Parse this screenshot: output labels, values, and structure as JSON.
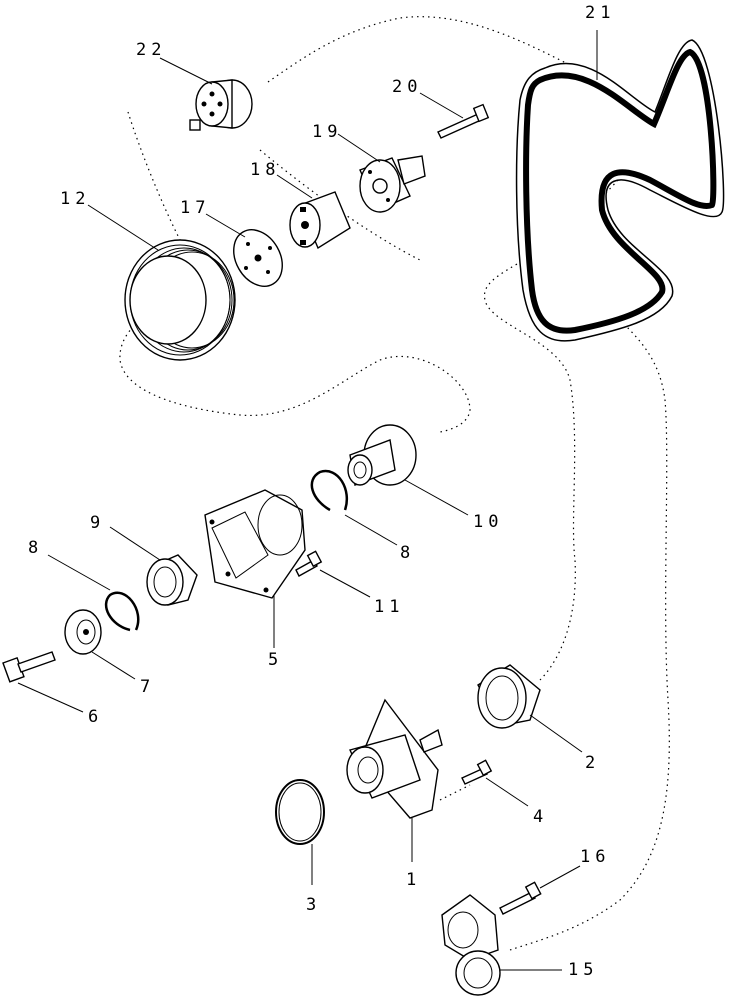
{
  "callouts": {
    "p1": "1",
    "p2": "2",
    "p3": "3",
    "p4": "4",
    "p5": "5",
    "p6": "6",
    "p7": "7",
    "p8a": "8",
    "p8b": "8",
    "p9": "9",
    "p10": "10",
    "p11": "11",
    "p12": "12",
    "p15": "15",
    "p16": "16",
    "p17": "17",
    "p18": "18",
    "p19": "19",
    "p20": "20",
    "p21": "21",
    "p22": "22"
  }
}
